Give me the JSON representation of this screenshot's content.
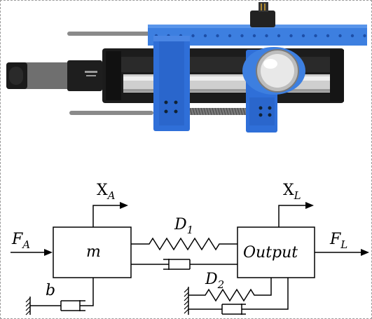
{
  "photo": {
    "description_icon": "linear-actuator-photo",
    "colors": {
      "frame_blue": "#2f6fd8",
      "rail_blue": "#3d7fe0",
      "body_black": "#1c1c1c",
      "rod_gray": "#8c8c8c",
      "chrome": "#d9d9d9"
    }
  },
  "diagram": {
    "labels": {
      "xa_main": "X",
      "xa_sub": "A",
      "xl_main": "X",
      "xl_sub": "L",
      "fa_main": "F",
      "fa_sub": "A",
      "fl_main": "F",
      "fl_sub": "L",
      "d1_main": "D",
      "d1_sub": "1",
      "d2_main": "D",
      "d2_sub": "2",
      "mass": "m",
      "damper_b": "b",
      "output": "Output"
    }
  }
}
